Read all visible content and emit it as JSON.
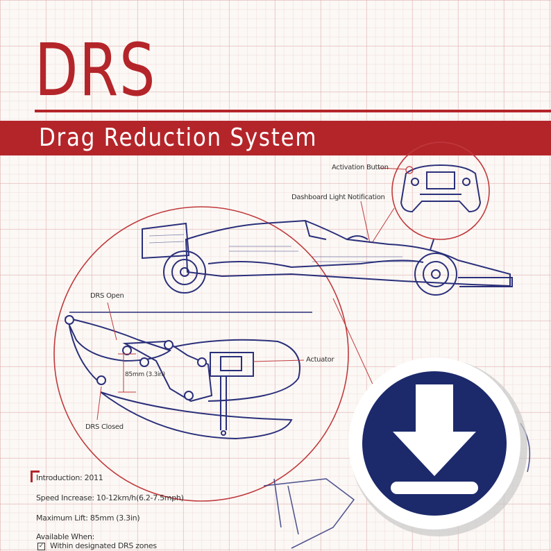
{
  "header": {
    "title": "DRS",
    "subtitle": "Drag Reduction System"
  },
  "callouts": {
    "activation_button": "Activation Button",
    "dashboard_light": "Dashboard Light Notification",
    "drs_open": "DRS Open",
    "drs_closed": "DRS Closed",
    "actuator": "Actuator",
    "dimension": "85mm (3.3in)"
  },
  "specs": {
    "introduction": "Introduction: 2011",
    "speed_increase": "Speed Increase: 10-12km/h(6.2-7.5mph)",
    "maximum_lift": "Maximum Lift: 85mm (3.3in)",
    "available_when": "Available When:",
    "conditions": [
      "Within designated DRS zones"
    ]
  },
  "icons": {
    "download": "download-icon",
    "check": "checkbox-checked-icon"
  },
  "colors": {
    "accent_red": "#b4252a",
    "ink_blue": "#2a2f7a",
    "badge_navy": "#1c2a6b"
  }
}
